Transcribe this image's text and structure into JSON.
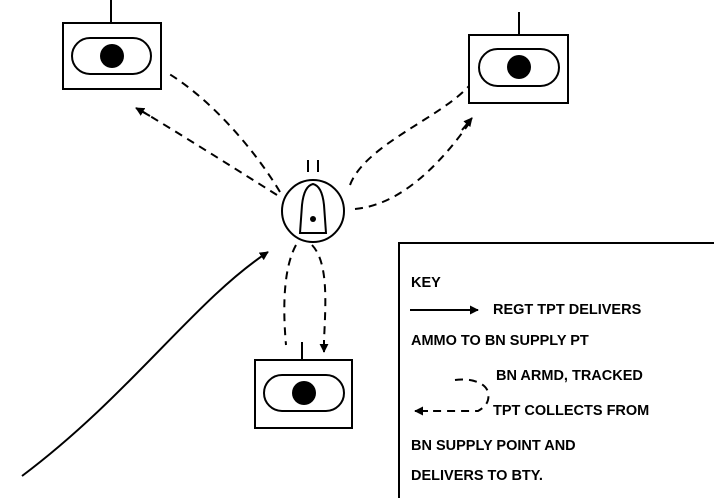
{
  "key": {
    "title": "KEY",
    "regt_line1": "REGT TPT DELIVERS",
    "regt_line2": "AMMO TO BN SUPPLY PT",
    "bn_line1": "BN ARMD, TRACKED",
    "bn_line2": "TPT COLLECTS FROM",
    "bn_line3": "BN SUPPLY POINT AND",
    "bn_line4": "DELIVERS TO BTY."
  },
  "symbols": {
    "battery_units": 3,
    "supply_point": 1,
    "colors": {
      "ink": "#000000",
      "background": "#ffffff"
    }
  }
}
